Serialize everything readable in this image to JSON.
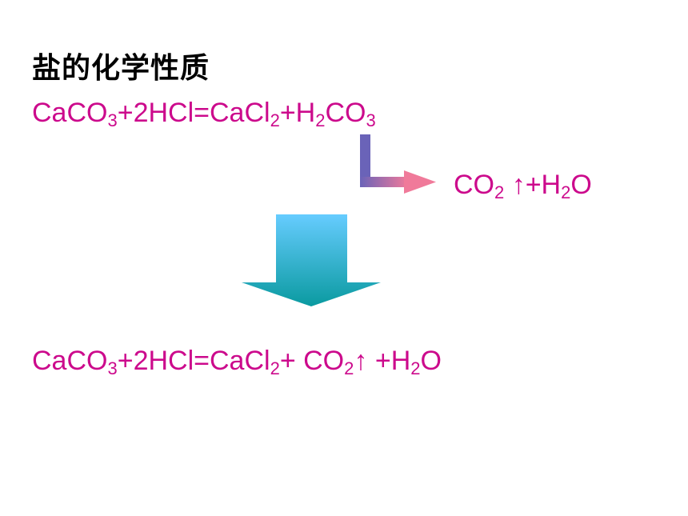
{
  "slide": {
    "title": "盐的化学性质",
    "colors": {
      "formula": "#cc0a8c",
      "title": "#000000"
    },
    "reaction1": {
      "parts": [
        "CaCO",
        "3",
        "+2HCl=CaCl",
        "2",
        "+H",
        "2",
        "CO",
        "3"
      ]
    },
    "decomposition": {
      "parts": [
        "CO",
        "2",
        " ↑+H",
        "2",
        "O"
      ]
    },
    "reaction2": {
      "parts": [
        "CaCO",
        "3",
        "+2HCl=CaCl",
        "2",
        "+ CO",
        "2",
        "↑ +H",
        "2",
        "O"
      ]
    },
    "icons": [
      "elbow-arrow-icon",
      "down-arrow-icon"
    ]
  }
}
